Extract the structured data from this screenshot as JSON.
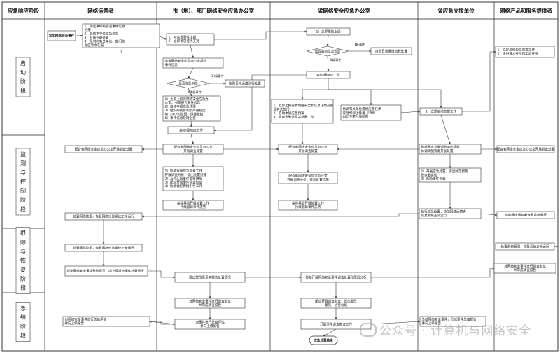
{
  "header": {
    "col_phase": "应急响应阶段",
    "col_operator": "网络运营者",
    "col_city": "市（地）、部门网络安全应急办公室",
    "col_province": "省网络安全应急办公室",
    "col_support": "省应急支援单位",
    "col_provider": "网络产品和服务提供者"
  },
  "phases": [
    "启动阶段",
    "监测与控制阶段",
    "根除与恢复阶段",
    "总结阶段"
  ],
  "nodes": {
    "n1": "发生网络安全事件",
    "n2": "1）确定事件级别及事件信息\n初报\n2）启动本单位应急预案\n3）开展先期处置\n4）及时向有关单位、部门和\n省应急办汇报",
    "n3": "1）对突发事件上报\n2）立即请求提供支持",
    "n4": "向省网络安全应急办公室报告\n事件信息",
    "d1": "是否应急响应",
    "n5": "按照日常运维流程处置",
    "n6": "1）立即上报省网络安全应急办\n公室，书面报告事件信息\n2）启动本级应急预案\n3）组织研判影响及严重程度\n4）24小时值班、保持联络\n5）事件信息及时上报",
    "n7": "启动Ⅰ级响应工作",
    "n8": "1）立即报告上级",
    "d2": "是否启动应急预案",
    "n9": "按照日常运维流程处置",
    "n10": "启动Ⅰ级响应工作",
    "n11": "1）立即上报省委网络安全和信息化委员会\n及有关部门\n2）启动本级应急预案\n3）发布预警信息并部署工作",
    "n12": "协调有关单位提供应急技术\n支持和现场处置（ⅠⅡ级）\n组织专家开展研判",
    "n13": "1）立即启动支援工作",
    "n14": "1）立即启动应急支援工作\n2）提供技术支持和工具支持",
    "n15": "配合省网络安全应急办公室开展调查处置",
    "n16": "配合省网络安全应急办公室\n开展调查处置",
    "n17": "配合省网络安全应急办公室\n开展调查处置",
    "n18": "根据事态发展调整响应级别\n协调调配资源开展处置",
    "n19": "配合省网络安全应急办公室开展调查处置",
    "n20": "1）协助省级应急处置工作\n开展调查分析，提出处置措施\n2）及时汇报事件最新进展\n3）配合开展事件调查取证\n4）协助做好舆情引导工作",
    "n21": "配合省网络安全应急办公室\n开展调查分析，提出处置措施",
    "n22": "1）开展应急处置，提出防范措施\n及恢复建议\n2）配合事件调查",
    "n23": "指导基层开展处置工作\n持续跟踪事件态势",
    "n24": "指导基层开展处置工作\n持续跟踪事件态势",
    "n25": "执行应急处置，协助网络运营者\n恢复系统正常运行",
    "n26": "协助网络运营者恢复系统运行",
    "n27": "处置网络隐患，恢复网络信息系统正常运行",
    "n28": "处置网络隐患，恢复网络信息系统正常运行",
    "n29": "处置系统漏洞，恢复系统正常运行",
    "n30": "提出网络安全事件整改意见，向上级报告事件处置情况",
    "n31": "提出整改意见并报告处置情况",
    "n32": "协助开展网络安全事件调查处置和原因分析",
    "n33": "对网络安全事件进行调查取证\n并形成调查报告",
    "n34": "对网络安全事件进行调查取证\n并形成调查报告",
    "n35": "配合开展调查取证，提出整改\n意见，进行总结",
    "n36": "对网络安全事件进行总结评估\n并向上级报告",
    "n37": "对事件进行总结评估\n并向上级报告",
    "n38": "开展事件调查取证工作",
    "n39": "总结网络安全事件，形成事件总结报告\n并向上级报告",
    "n40": "应急处置结束"
  },
  "edge_labels": {
    "yes": "1 Ⅰ级事件",
    "no": "Ⅱ Ⅲ级事件",
    "yes2": "Ⅰ Ⅱ级事件",
    "no2": "Ⅲ级事件",
    "num1": "1"
  },
  "colors": {
    "line": "#333333",
    "node_fill": "#ffffff",
    "header_fill": "#ffffff",
    "phase_fill": "#ffffff"
  },
  "watermark": "公众号 · 计算机与网络安全"
}
